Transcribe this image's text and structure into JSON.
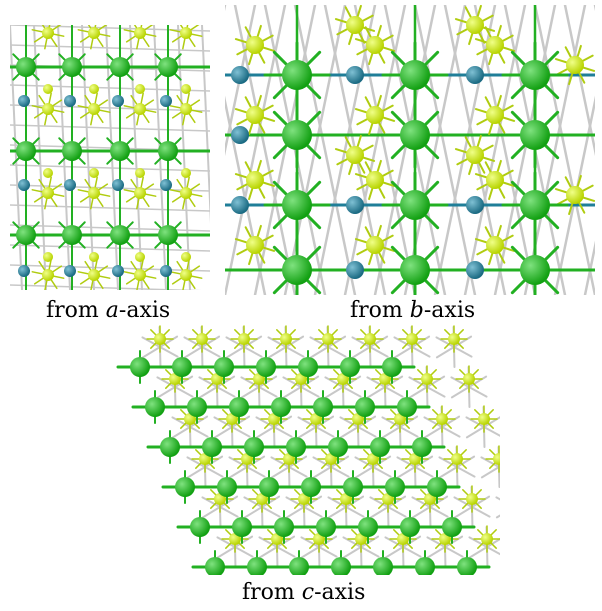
{
  "figure": {
    "captions": {
      "a": {
        "prefix": "from ",
        "axis": "a",
        "suffix": "-axis"
      },
      "b": {
        "prefix": "from ",
        "axis": "b",
        "suffix": "-axis"
      },
      "c": {
        "prefix": "from ",
        "axis": "c",
        "suffix": "-axis"
      }
    },
    "colors": {
      "green_atom": "#12a012",
      "green_atom_highlight": "#7fe27f",
      "yellow_atom": "#b8d400",
      "yellow_atom_highlight": "#f0ff88",
      "teal_atom": "#1a6a82",
      "teal_atom_highlight": "#7fc0d4",
      "gray_bond": "#c8c8c8",
      "green_bond": "#22b022",
      "yellow_bond": "#b0cc10",
      "background": "#ffffff"
    }
  }
}
